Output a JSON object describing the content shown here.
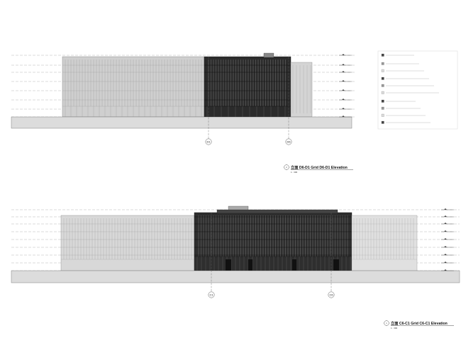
{
  "elevation_top": {
    "number": "2",
    "title": "立面 D6-D1 Grid D6-D1 Elevation",
    "scale": "1 : 300",
    "grid_labels": [
      "D1",
      "D6"
    ]
  },
  "elevation_bottom": {
    "number": "1",
    "title": "立面 C6-C1 Grid C6-C1 Elevation",
    "scale": "1 : 300",
    "grid_labels": [
      "C1",
      "C6"
    ]
  },
  "colors": {
    "line": "#555555",
    "dark_facade": "#1a1a1a",
    "light_facade": "#bdbdbd",
    "ground": "#d9d9d9"
  }
}
